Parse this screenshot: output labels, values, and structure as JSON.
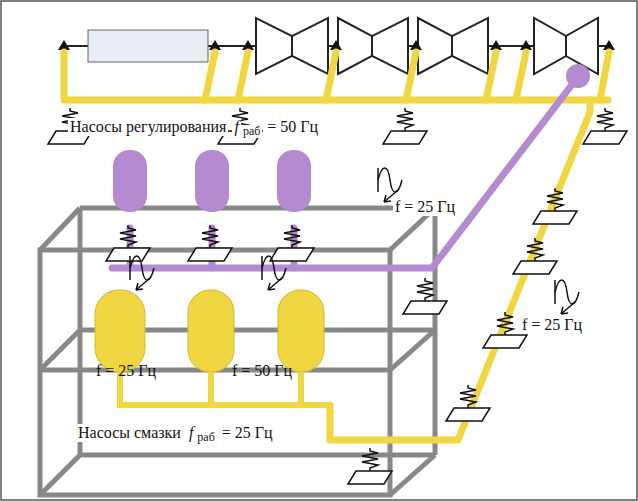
{
  "diagram": {
    "labels": [
      "Насосы регулирования",
      "f",
      "раб",
      "= 50 Гц",
      "f = 25 Гц",
      "f = 25 Гц",
      "f = 50 Гц",
      "f = 25 Гц",
      "Насосы смазки",
      "f",
      "раб",
      "= 25 Гц"
    ]
  }
}
